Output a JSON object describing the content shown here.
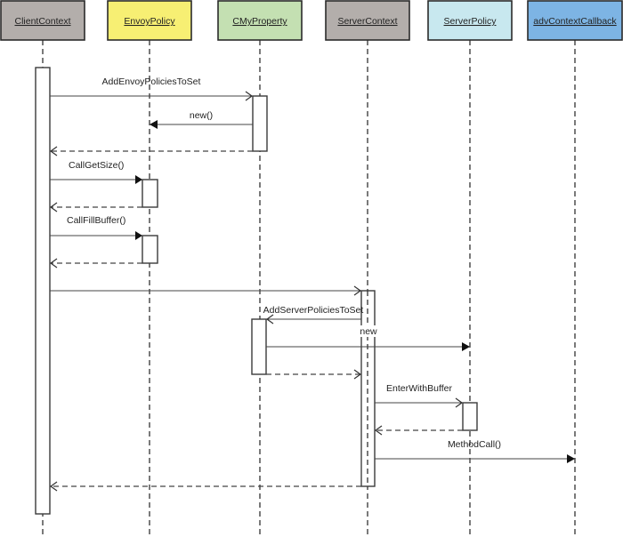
{
  "diagram": {
    "type": "sequence",
    "participants": [
      {
        "id": "client",
        "label": "ClientContext",
        "color": "#b3aeab"
      },
      {
        "id": "envoy",
        "label": "EnvoyPolicy",
        "color": "#f7ef73"
      },
      {
        "id": "prop",
        "label": "CMyProperty",
        "color": "#c4e0b2"
      },
      {
        "id": "server",
        "label": "ServerContext",
        "color": "#b3aeab"
      },
      {
        "id": "spolicy",
        "label": "ServerPolicy",
        "color": "#c8e8ef"
      },
      {
        "id": "callback",
        "label": "advContextCallback",
        "color": "#7db4e4"
      }
    ],
    "messages": [
      {
        "label": "AddEnvoyPoliciesToSet",
        "from": "client",
        "to": "prop",
        "kind": "call-open"
      },
      {
        "label": "new()",
        "from": "prop",
        "to": "envoy",
        "kind": "call-filled"
      },
      {
        "label": "",
        "from": "prop",
        "to": "client",
        "kind": "return"
      },
      {
        "label": "CallGetSize()",
        "from": "client",
        "to": "envoy",
        "kind": "call-filled"
      },
      {
        "label": "",
        "from": "envoy",
        "to": "client",
        "kind": "return"
      },
      {
        "label": "CallFillBuffer()",
        "from": "client",
        "to": "envoy",
        "kind": "call-filled"
      },
      {
        "label": "",
        "from": "envoy",
        "to": "client",
        "kind": "return"
      },
      {
        "label": "",
        "from": "client",
        "to": "server",
        "kind": "call-open"
      },
      {
        "label": "AddServerPoliciesToSet",
        "from": "server",
        "to": "prop",
        "kind": "call-open"
      },
      {
        "label": "new",
        "from": "prop",
        "to": "spolicy",
        "kind": "call-filled"
      },
      {
        "label": "",
        "from": "prop",
        "to": "server",
        "kind": "return"
      },
      {
        "label": "EnterWithBuffer",
        "from": "server",
        "to": "spolicy",
        "kind": "call-open"
      },
      {
        "label": "",
        "from": "spolicy",
        "to": "server",
        "kind": "return"
      },
      {
        "label": "MethodCall()",
        "from": "server",
        "to": "callback",
        "kind": "call-filled"
      },
      {
        "label": "",
        "from": "server",
        "to": "client",
        "kind": "return"
      }
    ]
  }
}
